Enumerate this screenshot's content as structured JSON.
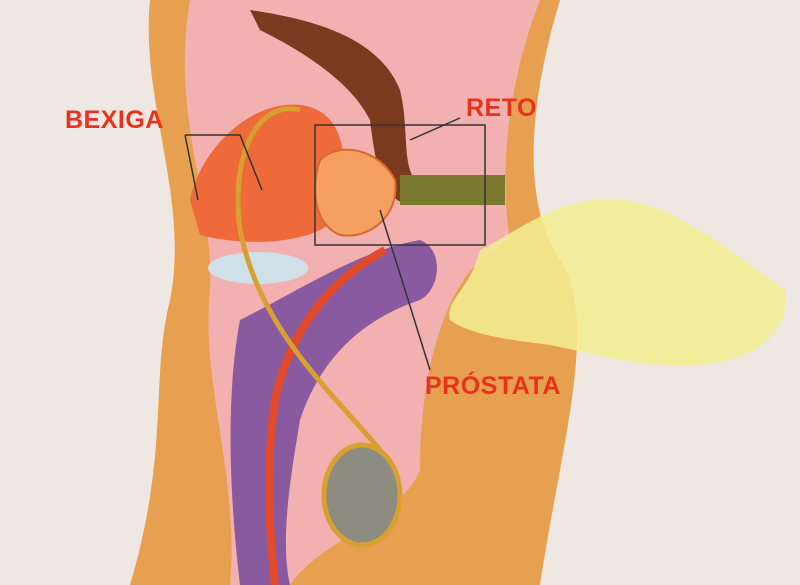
{
  "labels": {
    "bladder": "BEXIGA",
    "rectum": "RETO",
    "prostate": "PRÓSTATA"
  },
  "colors": {
    "label": "#e8321e",
    "skin": "#e7a050",
    "pink": "#f2b0b0",
    "bladder": "#ee6a3a",
    "penis": "#8a5aa0",
    "rectum": "#7a3a20",
    "glove": "#f2ee90",
    "testis": "#8c8c80"
  }
}
